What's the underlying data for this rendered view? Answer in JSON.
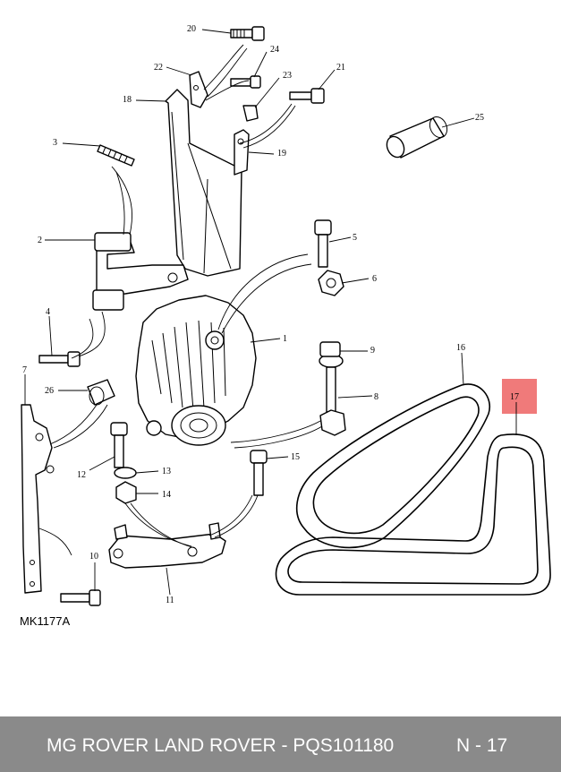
{
  "diagram": {
    "code": "MK1177A",
    "highlight_color": "#f07a7a",
    "callouts": {
      "c1": "1",
      "c2": "2",
      "c3": "3",
      "c4": "4",
      "c5": "5",
      "c6": "6",
      "c7": "7",
      "c8": "8",
      "c9": "9",
      "c10": "10",
      "c11": "11",
      "c12": "12",
      "c13": "13",
      "c14": "14",
      "c15": "15",
      "c16": "16",
      "c17": "17",
      "c18": "18",
      "c19": "19",
      "c20": "20",
      "c21": "21",
      "c22": "22",
      "c23": "23",
      "c24": "24",
      "c25": "25",
      "c26": "26"
    }
  },
  "footer": {
    "left": "MG ROVER LAND ROVER - PQS101180",
    "right": "N - 17",
    "background": "#8a8a8a"
  }
}
